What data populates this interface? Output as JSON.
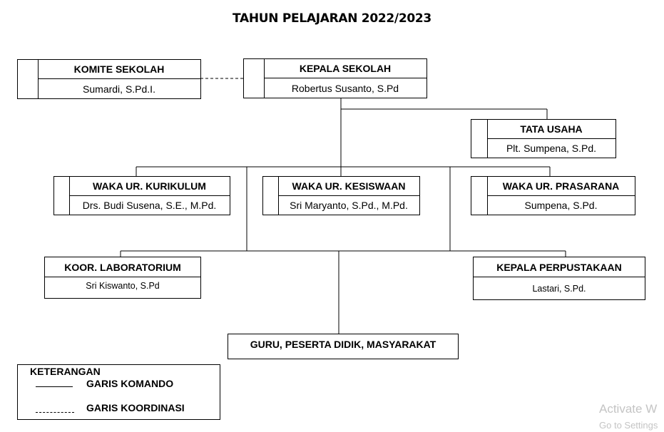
{
  "title": "TAHUN PELAJARAN 2022/2023",
  "positions": [
    {
      "key": "komite",
      "title": "KOMITE SEKOLAH",
      "name": "Sumardi, S.Pd.I."
    },
    {
      "key": "kepala",
      "title": "KEPALA SEKOLAH",
      "name": "Robertus Susanto, S.Pd"
    },
    {
      "key": "tatausaha",
      "title": "TATA USAHA",
      "name": "Plt. Sumpena, S.Pd."
    },
    {
      "key": "kurikulum",
      "title": "WAKA UR. KURIKULUM",
      "name": "Drs. Budi Susena, S.E., M.Pd."
    },
    {
      "key": "kesiswaan",
      "title": "WAKA UR. KESISWAAN",
      "name": "Sri Maryanto, S.Pd., M.Pd."
    },
    {
      "key": "prasarana",
      "title": "WAKA UR. PRASARANA",
      "name": "Sumpena, S.Pd."
    },
    {
      "key": "laboratorium",
      "title": "KOOR. LABORATORIUM",
      "name": "Sri Kiswanto, S.Pd"
    },
    {
      "key": "perpustakaan",
      "title": "KEPALA PERPUSTAKAAN",
      "name": "Lastari, S.Pd."
    },
    {
      "key": "guru",
      "title": "GURU, PESERTA DIDIK, MASYARAKAT"
    }
  ],
  "legend": {
    "title": "KETERANGAN",
    "command_line": "GARIS KOMANDO",
    "coordination_line": "GARIS KOORDINASI"
  },
  "watermark": {
    "line1": "Activate W",
    "line2": "Go to Settings"
  }
}
